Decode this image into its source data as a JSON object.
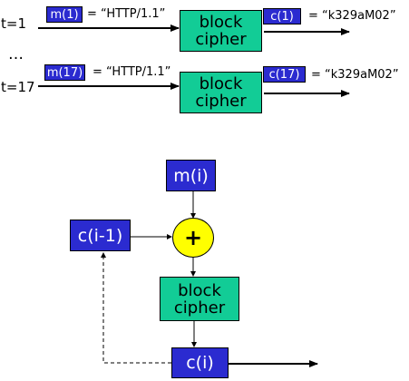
{
  "top": {
    "row1": {
      "time": "t=1",
      "m": "m(1)",
      "m_value": "= “HTTP/1.1”",
      "cipher": [
        "block",
        "cipher"
      ],
      "c": "c(1)",
      "c_value": "= “k329aM02”"
    },
    "ellipsis": "…",
    "row2": {
      "time": "t=17",
      "m": "m(17)",
      "m_value": "= “HTTP/1.1”",
      "cipher": [
        "block",
        "cipher"
      ],
      "c": "c(17)",
      "c_value": "= “k329aM02”"
    }
  },
  "cbc": {
    "m_i": "m(i)",
    "c_prev": "c(i-1)",
    "xor": "+",
    "cipher": [
      "block",
      "cipher"
    ],
    "c_i": "c(i)"
  },
  "colors": {
    "block_cipher": "#12cc96",
    "label_box": "#2b2bd0",
    "xor": "#ffff00"
  }
}
